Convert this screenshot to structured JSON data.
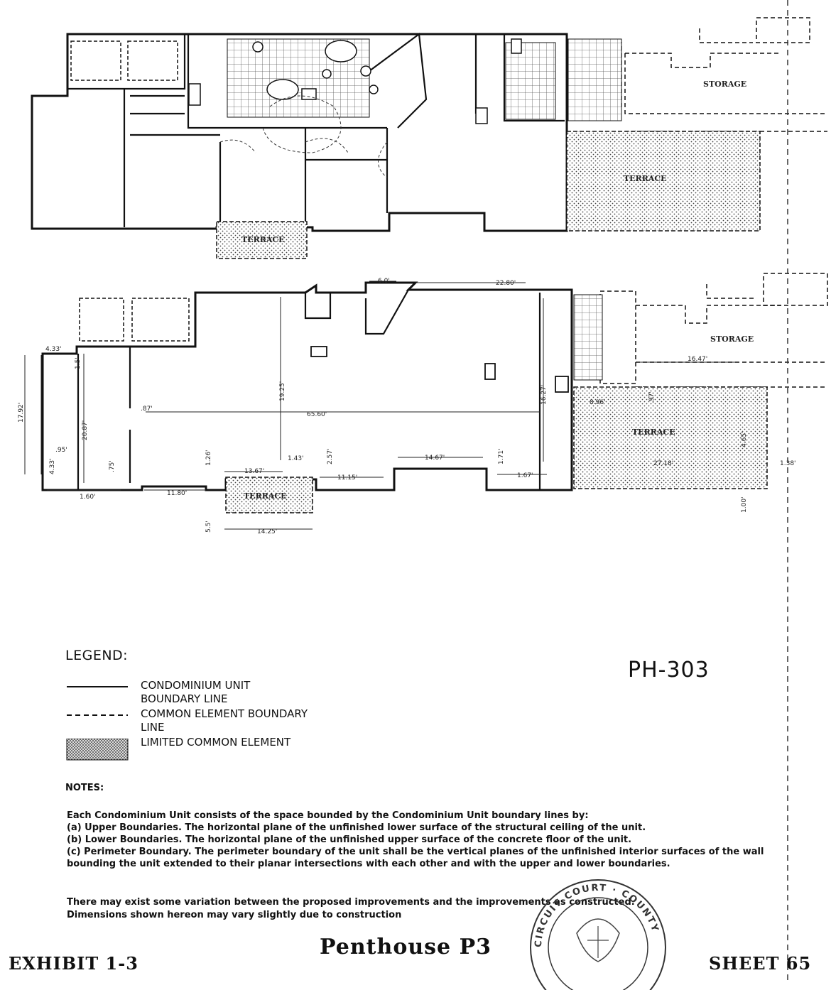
{
  "plan": {
    "labels": {
      "storage_upper": "STORAGE",
      "terrace_upper_right": "TERRACE",
      "terrace_upper_front": "TERRACE",
      "storage_lower": "STORAGE",
      "terrace_lower_right": "TERRACE",
      "terrace_lower_front": "TERRACE"
    },
    "dimensions": {
      "d_6_0": "6.0'",
      "d_22_80": "22.80'",
      "d_4_33_top": "4.33'",
      "d_1_5": "1.5'",
      "d_17_92": "17.92'",
      "d_20_87": "20.87'",
      "d_87": ".87'",
      "d_19_25": "19.25'",
      "d_65_60": "65.60'",
      "d_16_27": "16.27'",
      "d_16_47": "16.47'",
      "d_95": ".95'",
      "d_4_33_low": "4.33'",
      "d_75": ".75'",
      "d_1_60": "1.60'",
      "d_11_80": "11.80'",
      "d_1_26": "1.26'",
      "d_13_67": "13.67'",
      "d_1_43": "1.43'",
      "d_2_57": "2.57'",
      "d_11_15": "11.15'",
      "d_14_67": "14.67'",
      "d_1_71": "1.71'",
      "d_1_67": "1.67'",
      "d_8_96": "8.96'",
      "d_97": ".97'",
      "d_4_65": "4.65'",
      "d_27_18": "27.18'",
      "d_1_38": "1.38'",
      "d_1_00": "1.00'",
      "d_5_5": "5.5'",
      "d_14_25": "14.25'"
    }
  },
  "legend": {
    "title": "LEGEND:",
    "items": [
      {
        "text": "CONDOMINIUM UNIT BOUNDARY LINE"
      },
      {
        "text": "COMMON ELEMENT BOUNDARY LINE"
      },
      {
        "text": "LIMITED COMMON ELEMENT"
      }
    ]
  },
  "unit_id": "PH-303",
  "notes": {
    "heading": "NOTES:",
    "intro": "Each Condominium Unit consists of the space bounded by the Condominium Unit boundary lines by:",
    "a": "(a) Upper Boundaries. The horizontal plane of the unfinished lower surface of the structural ceiling of the unit.",
    "b": "(b) Lower Boundaries. The horizontal plane of the unfinished upper surface of the concrete floor of the unit.",
    "c": "(c) Perimeter Boundary. The perimeter boundary of the unit shall be the vertical planes of the unfinished interior surfaces of the wall bounding the unit extended to their planar intersections with each other and with the upper and lower boundaries.",
    "variation_1": "There may exist some variation between the proposed improvements and the improvements as constructed.",
    "variation_2": "Dimensions shown hereon may vary slightly due to construction"
  },
  "footer": {
    "exhibit": "EXHIBIT 1-3",
    "title": "Penthouse P3",
    "sheet": "SHEET 65"
  },
  "seal_text": "CIRCUIT COURT · COUNTY"
}
